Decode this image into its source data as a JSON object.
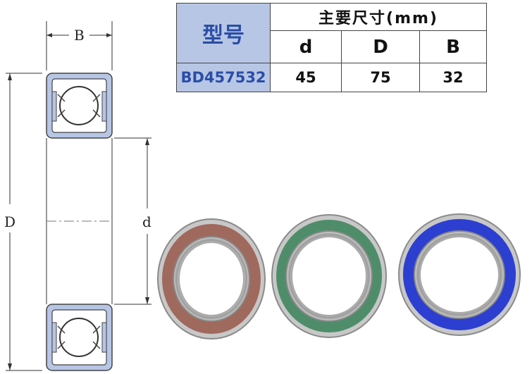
{
  "table": {
    "model_header": "型号",
    "dimensions_header": "主要尺寸(mm)",
    "columns": [
      "d",
      "D",
      "B"
    ],
    "model": "BD457532",
    "values": [
      "45",
      "75",
      "32"
    ]
  },
  "drawing": {
    "label_B": "B",
    "label_D": "D",
    "label_d": "d"
  },
  "photo": {
    "rings": [
      {
        "seal_color": "#a0695d"
      },
      {
        "seal_color": "#4f8d6a"
      },
      {
        "seal_color": "#2c3fd0"
      }
    ]
  }
}
